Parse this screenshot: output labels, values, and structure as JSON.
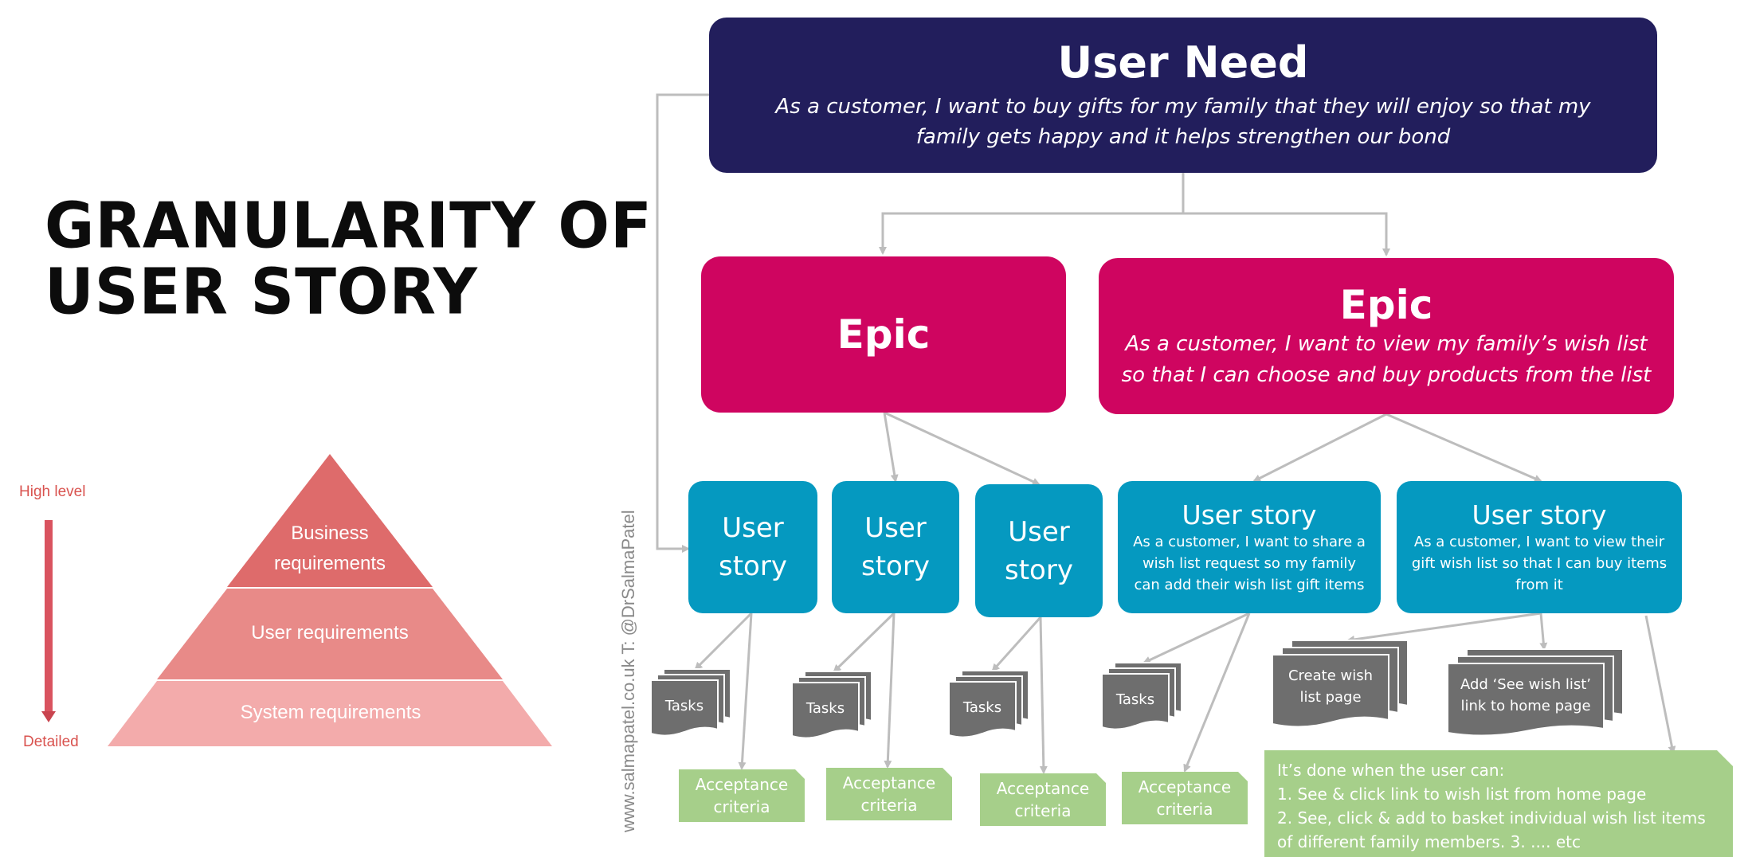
{
  "title": {
    "line1": "GRANULARITY OF",
    "line2": "USER STORY"
  },
  "scale": {
    "top": "High level",
    "bottom": "Detailed"
  },
  "pyramid": {
    "top": "Business requirements",
    "middle": "User requirements",
    "bottom": "System requirements"
  },
  "credit": "www.salmapatel.co.uk  T: @DrSalmaPatel",
  "user_need": {
    "heading": "User Need",
    "text": "As a customer, I want to buy gifts for my family that they will enjoy so that my family gets happy and it helps strengthen our bond"
  },
  "epics": [
    {
      "heading": "Epic",
      "text": ""
    },
    {
      "heading": "Epic",
      "text": "As a customer, I want to view my family’s wish list so that I can choose and buy products from the list"
    }
  ],
  "user_stories": [
    {
      "heading": "User story",
      "text": ""
    },
    {
      "heading": "User story",
      "text": ""
    },
    {
      "heading": "User story",
      "text": ""
    },
    {
      "heading": "User story",
      "text": "As a customer, I want to share a wish list request so my family can add their wish list gift items"
    },
    {
      "heading": "User story",
      "text": "As a customer, I want to view their gift wish list so that I can buy items from it"
    }
  ],
  "tasks": [
    "Tasks",
    "Tasks",
    "Tasks",
    "Tasks",
    "Create wish list page",
    "Add ‘See wish list’ link to home page"
  ],
  "acceptance": [
    "Acceptance criteria",
    "Acceptance criteria",
    "Acceptance criteria",
    "Acceptance criteria"
  ],
  "done": {
    "intro": "It’s done when the user can:",
    "item1": "1. See & click link to wish list from home page",
    "item2": "2. See, click & add to basket individual wish list items",
    "item3": "of different family members.  3. .... etc"
  },
  "colors": {
    "need": "#221e5c",
    "epic": "#cf0560",
    "story": "#0599c0",
    "task": "#6e6e6e",
    "acceptance": "#a6cf8a",
    "arrow": "#bdbdbd",
    "pyramid_top": "#de6b6b",
    "pyramid_mid": "#e88a88",
    "pyramid_bottom": "#f3abab"
  }
}
